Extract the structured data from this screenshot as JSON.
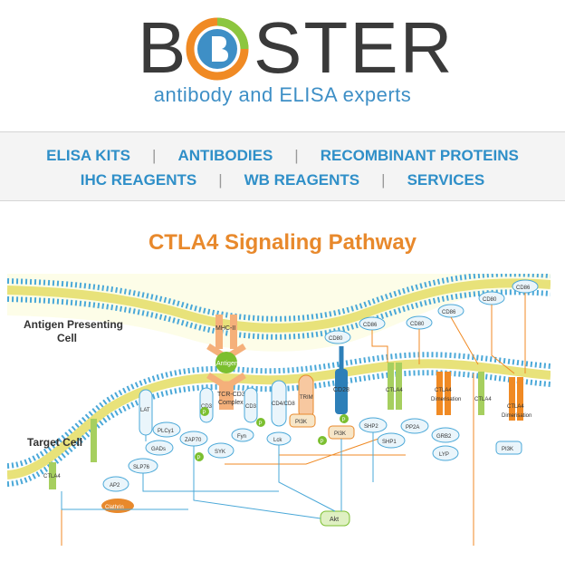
{
  "brand": {
    "logo_text": "BOSTER",
    "tagline": "antibody and ELISA experts"
  },
  "nav": {
    "row1": [
      "ELISA KITS",
      "ANTIBODIES",
      "RECOMBINANT PROTEINS"
    ],
    "row2": [
      "IHC REAGENTS",
      "WB REAGENTS",
      "SERVICES"
    ]
  },
  "page_title": "CTLA4 Signaling Pathway",
  "diagram": {
    "cell_labels": {
      "apc_line1": "Antigen Presenting",
      "apc_line2": "Cell",
      "target": "Target Cell"
    },
    "nodes": {
      "mhc": "MHC-II",
      "antigen": "Antigen",
      "tcr": "TCR-CD3",
      "complex": "Complex",
      "cd3a": "CD3",
      "cd3b": "CD3",
      "cd4": "CD4/CD8",
      "trim": "TRIM",
      "cd28": "CD28",
      "ctla4a": "CTLA4",
      "ctla4b": "CTLA4",
      "ctla4c": "CTLA4",
      "ctla4d": "CTLA4",
      "ctla4e": "CTLA4",
      "dim1": "Dimerisation",
      "dim2": "Dimerisation",
      "cd80a": "CD80",
      "cd80b": "CD80",
      "cd80c": "CD80",
      "cd86a": "CD86",
      "cd86b": "CD86",
      "cd86c": "CD86",
      "lat": "LAT",
      "plcg": "PLCγ1",
      "gads": "GADs",
      "zap70": "ZAP70",
      "syk": "SYK",
      "fyn": "Fyn",
      "lck": "Lck",
      "pi3k1": "PI3K",
      "pi3k2": "PI3K",
      "pi3k3": "PI3K",
      "shp2": "SHP2",
      "shp1": "SHP1",
      "pp2a": "PP2A",
      "grb2": "GRB2",
      "lyp": "LYP",
      "slp76": "SLP76",
      "ap2": "AP2",
      "clathrin": "Clathrin",
      "akt": "Akt",
      "p": "P"
    }
  }
}
